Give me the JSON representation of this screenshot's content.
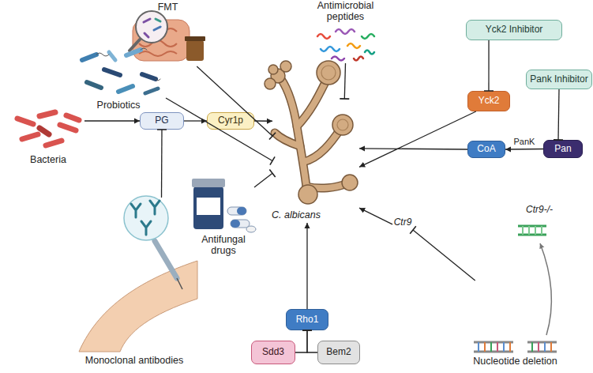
{
  "diagram": {
    "nodes": [
      {
        "text": [
          "FMT"
        ]
      },
      {
        "text": [
          "Antimicrobial peptides"
        ]
      },
      {
        "text": [
          "Yck2 Inhibitor"
        ]
      },
      {
        "text": [
          "Probiotics"
        ]
      },
      {
        "text": [
          "Yck2"
        ]
      },
      {
        "text": [
          "Pank Inhibitor"
        ]
      },
      {
        "text": [
          "Bacteria"
        ]
      },
      {
        "text": [
          "PG"
        ]
      },
      {
        "text": [
          "Cyr1p"
        ]
      },
      {
        "text": [
          "CoA"
        ]
      },
      {
        "text": [
          "Pan"
        ]
      },
      {
        "text": [
          "C. albicans"
        ]
      },
      {
        "text": [
          "Antifungal drugs"
        ]
      },
      {
        "text": [
          "Ctr9"
        ]
      },
      {
        "text": [
          "Monoclonal antibodies"
        ]
      },
      {
        "text": [
          "Rho1"
        ]
      },
      {
        "text": [
          "Nucleotide deletion"
        ]
      },
      {
        "text": [
          "Sdd3"
        ]
      },
      {
        "text": [
          "Bem2"
        ]
      }
    ],
    "edges": [
      {
        "from": 3,
        "to": 11,
        "arrow": "to"
      },
      {
        "from": 0,
        "to": 11,
        "arrow": "to"
      },
      {
        "from": 1,
        "to": 11,
        "arrow": "to"
      },
      {
        "from": 2,
        "to": 4,
        "arrow": "to"
      },
      {
        "from": 4,
        "to": 11,
        "arrow": "to"
      },
      {
        "from": 5,
        "to": 10,
        "arrow": "to"
      },
      {
        "from": 10,
        "to": 9,
        "label": "PanK",
        "arrow": "to"
      },
      {
        "from": 9,
        "to": 11,
        "arrow": "to"
      },
      {
        "from": 6,
        "to": 7,
        "arrow": "to"
      },
      {
        "from": 7,
        "to": 8,
        "arrow": "to"
      },
      {
        "from": 8,
        "to": 11,
        "arrow": "to"
      },
      {
        "from": 14,
        "to": 7,
        "arrow": "to"
      },
      {
        "from": 12,
        "to": 11,
        "arrow": "to"
      },
      {
        "from": 15,
        "to": 11,
        "arrow": "to"
      },
      {
        "from": 17,
        "to": 15,
        "arrow": "to"
      },
      {
        "from": 18,
        "to": 15,
        "arrow": "to"
      },
      {
        "from": 13,
        "to": 11,
        "arrow": "to"
      },
      {
        "from": 16,
        "to": 13,
        "arrow": "to"
      }
    ],
    "labels": [
      "Ctr9-/-"
    ]
  }
}
